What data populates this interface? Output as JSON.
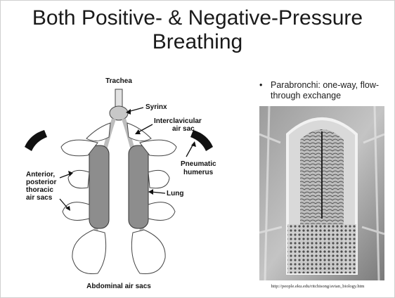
{
  "slide": {
    "title": "Both Positive- & Negative-Pressure Breathing",
    "diagram_labels": {
      "trachea": "Trachea",
      "syrinx": "Syrinx",
      "interclavicular_1": "Interclavicular",
      "interclavicular_2": "air sac",
      "pneumatic_1": "Pneumatic",
      "pneumatic_2": "humerus",
      "lung": "Lung",
      "anterior_1": "Anterior,",
      "anterior_2": "posterior",
      "anterior_3": "thoracic",
      "anterior_4": "air sacs",
      "abdominal": "Abdominal air sacs"
    },
    "bullet": {
      "marker": "•",
      "text": "Parabronchi: one-way, flow-through exchange"
    },
    "source_url": "http://people.eku.edu/ritchisong/avian_biology.htm"
  }
}
